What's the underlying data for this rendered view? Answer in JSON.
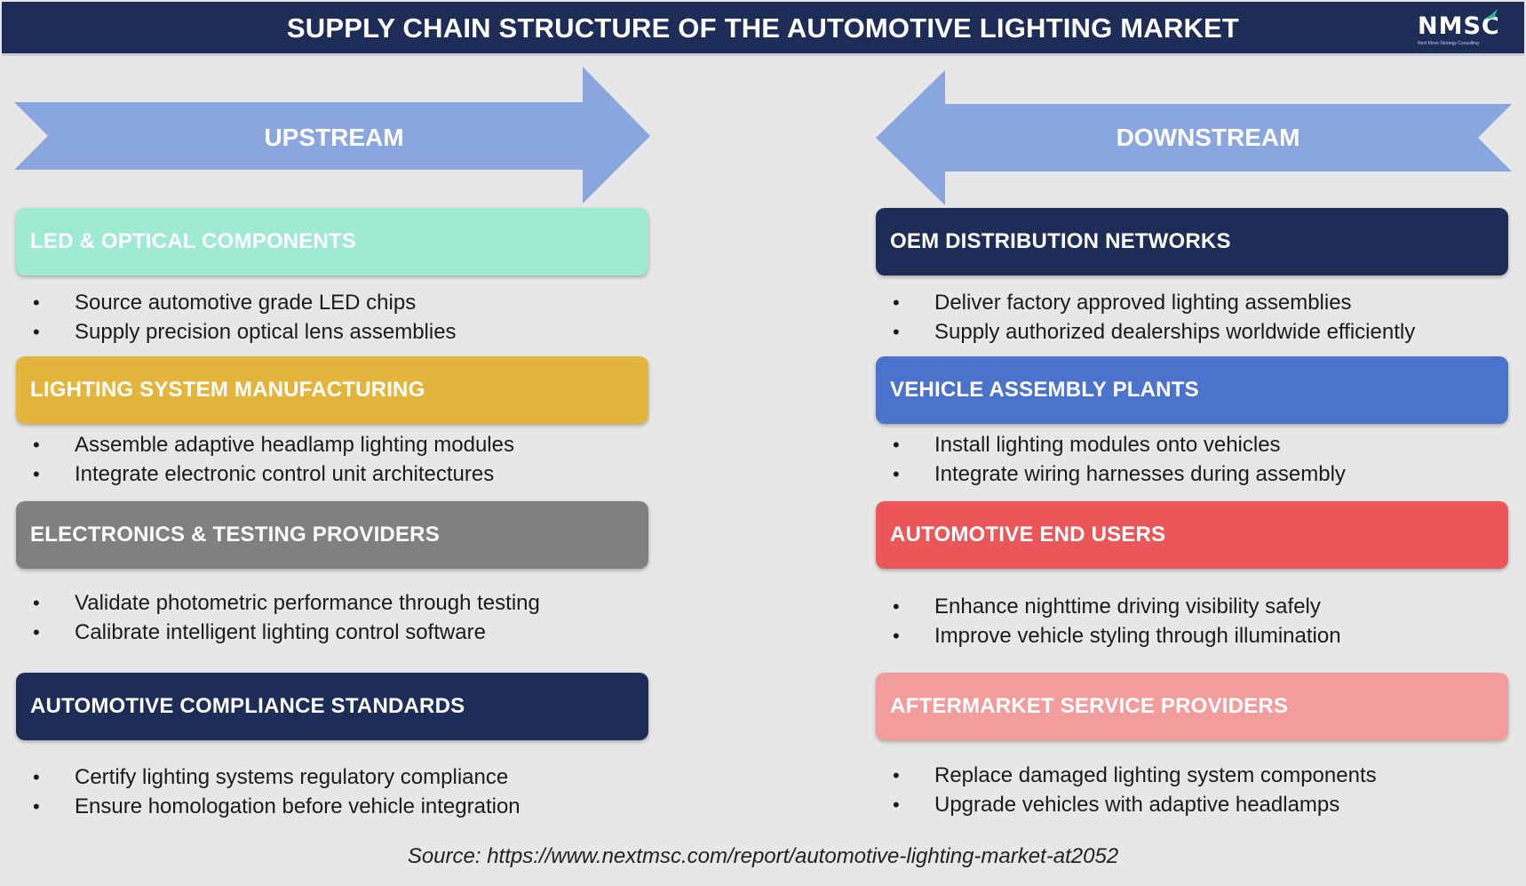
{
  "header": {
    "title": "SUPPLY CHAIN STRUCTURE OF THE AUTOMOTIVE LIGHTING MARKET",
    "logo_text": "NMSC",
    "logo_tagline": "Next Move Strategy Consulting"
  },
  "colors": {
    "header_bg": "#1d2d57",
    "arrow": "#89a6de",
    "page_bg": "#e7e7e7"
  },
  "upstream": {
    "label": "UPSTREAM",
    "stages": [
      {
        "title": "LED & OPTICAL COMPONENTS",
        "color": "#9eead3",
        "bullets": [
          "Source automotive grade LED chips",
          "Supply precision optical lens assemblies"
        ]
      },
      {
        "title": "LIGHTING SYSTEM MANUFACTURING",
        "color": "#e4b53c",
        "bullets": [
          "Assemble adaptive headlamp lighting modules",
          "Integrate electronic control unit architectures"
        ]
      },
      {
        "title": "ELECTRONICS & TESTING PROVIDERS",
        "color": "#808080",
        "bullets": [
          "Validate photometric performance through testing",
          "Calibrate intelligent lighting control software"
        ]
      },
      {
        "title": "AUTOMOTIVE COMPLIANCE STANDARDS",
        "color": "#1d2d57",
        "bullets": [
          "Certify lighting systems regulatory compliance",
          "Ensure homologation before vehicle integration"
        ]
      }
    ]
  },
  "downstream": {
    "label": "DOWNSTREAM",
    "stages": [
      {
        "title": "OEM DISTRIBUTION NETWORKS",
        "color": "#1d2d57",
        "bullets": [
          "Deliver factory approved lighting assemblies",
          "Supply authorized dealerships worldwide efficiently"
        ]
      },
      {
        "title": "VEHICLE ASSEMBLY PLANTS",
        "color": "#4b73cc",
        "bullets": [
          "Install lighting modules onto vehicles",
          "Integrate wiring harnesses during assembly"
        ]
      },
      {
        "title": "AUTOMOTIVE END USERS",
        "color": "#eb5759",
        "bullets": [
          "Enhance nighttime driving visibility safely",
          "Improve vehicle styling through illumination"
        ]
      },
      {
        "title": "AFTERMARKET SERVICE PROVIDERS",
        "color": "#f29c9c",
        "bullets": [
          "Replace damaged lighting system components",
          "Upgrade vehicles with adaptive headlamps"
        ]
      }
    ]
  },
  "source": "Source: https://www.nextmsc.com/report/automotive-lighting-market-at2052"
}
